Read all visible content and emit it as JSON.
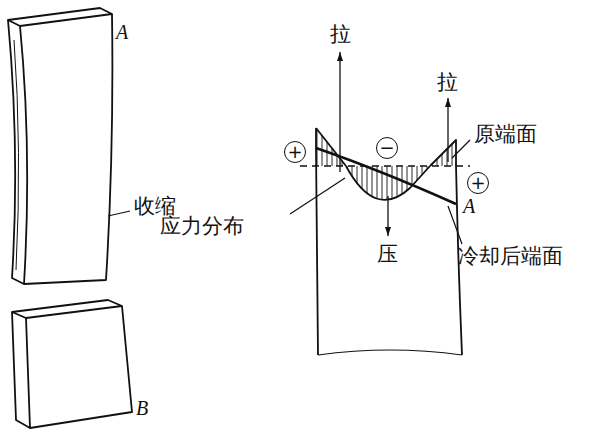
{
  "diagram": {
    "nodes": [
      {
        "text": [
          "+"
        ]
      },
      {
        "text": [
          "−"
        ]
      },
      {
        "text": [
          "+"
        ]
      }
    ],
    "labels": [
      "A",
      "收缩",
      "B",
      "拉",
      "拉",
      "原端面",
      "应力分布",
      "压",
      "A",
      "冷却后端面"
    ]
  }
}
